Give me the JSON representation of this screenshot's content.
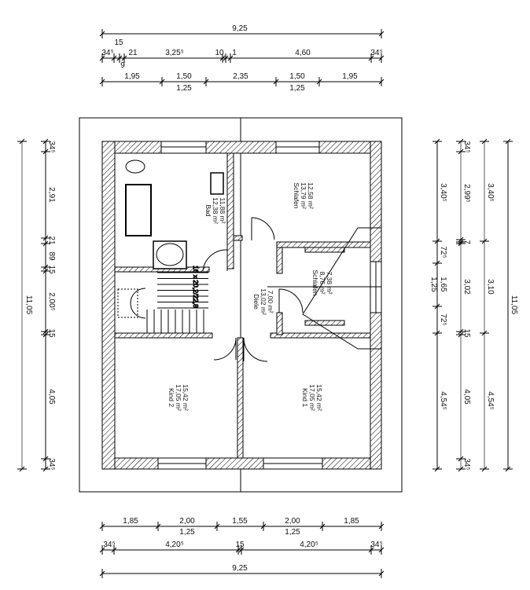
{
  "dimensions": {
    "top": {
      "overall": "9,25",
      "walls": [
        "34⁵",
        "15",
        "9",
        "21",
        "3,25⁵",
        "10",
        "1",
        "4,60",
        "34⁵"
      ],
      "openings": [
        "1,95",
        "1,50",
        "1,25",
        "2,35",
        "1,50",
        "1,25",
        "1,95"
      ]
    },
    "bottom": {
      "openings": [
        "1,85",
        "2,00",
        "1,25",
        "1,55",
        "2,00",
        "1,25",
        "1,85"
      ],
      "walls": [
        "34⁵",
        "4,20⁵",
        "15",
        "4,20⁵",
        "34⁵"
      ],
      "overall": "9,25"
    },
    "left": {
      "overall": "11,05",
      "walls": [
        "34⁵",
        "2,91",
        "21",
        "89",
        "15",
        "2,00⁵",
        "15",
        "4,05",
        "34⁵"
      ]
    },
    "right": {
      "openings": [
        "3,40⁵",
        "72⁵",
        "1,65",
        "1,25",
        "72⁵",
        "4,54⁵"
      ],
      "walls": [
        "34⁵",
        "2,99⁵",
        "7",
        "3,02",
        "15",
        "4,05",
        "34⁵"
      ],
      "axes": [
        "3,40⁵",
        "3,10",
        "4,54⁵"
      ],
      "overall": "11,05"
    }
  },
  "rooms": [
    {
      "name": "Bad",
      "area1": "12,38 m²",
      "area2": "11,88 m²"
    },
    {
      "name": "Schlafen",
      "area1": "13,79 m²",
      "area2": "12,58 m²"
    },
    {
      "name": "Diele",
      "area1": "13,02 m²",
      "area2": "7,00 m²"
    },
    {
      "name": "Schlafen",
      "area1": "8,76 m²",
      "area2": "7,38 m²"
    },
    {
      "name": "Kind 2",
      "area1": "17,05 m²",
      "area2": "15,42 m²"
    },
    {
      "name": "Kind 1",
      "area1": "17,05 m²",
      "area2": "15,42 m²"
    }
  ],
  "stair_label": "16 x 20,2/22,8"
}
